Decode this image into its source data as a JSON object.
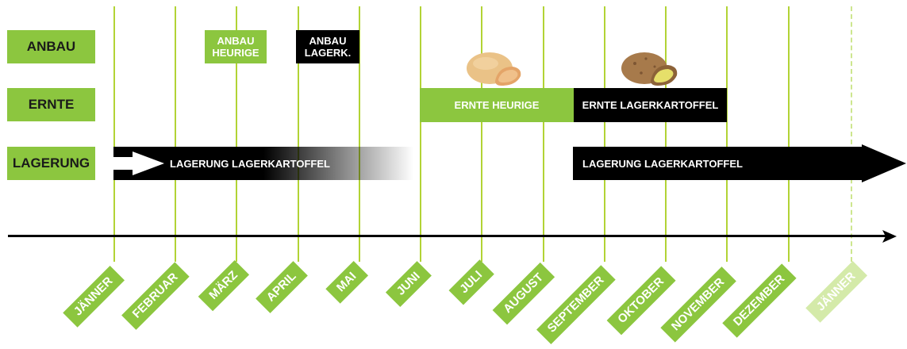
{
  "rows": {
    "anbau": "ANBAU",
    "ernte": "ERNTE",
    "lagerung": "LAGERUNG"
  },
  "anbau_boxes": {
    "heurige": [
      "ANBAU",
      "HEURIGE"
    ],
    "lagerk": [
      "ANBAU",
      "LAGERK."
    ]
  },
  "bars": {
    "ernte_heurige": "ERNTE HEURIGE",
    "ernte_lager": "ERNTE LAGERKARTOFFEL",
    "lagerung_1": "LAGERUNG LAGERKARTOFFEL",
    "lagerung_2": "LAGERUNG LAGERKARTOFFEL"
  },
  "months": [
    "JÄNNER",
    "FEBRUAR",
    "MÄRZ",
    "APRIL",
    "MAI",
    "JUNI",
    "JULI",
    "AUGUST",
    "SEPTEMBER",
    "OKTOBER",
    "NOVEMBER",
    "DEZEMBER",
    "JÄNNER"
  ],
  "colors": {
    "green": "#8cc63f",
    "line_green": "#b2d335",
    "light_green": "#d4eaa9",
    "black": "#000000"
  },
  "icons": [
    "potato-heurige-icon",
    "potato-lagerkartoffel-icon"
  ]
}
